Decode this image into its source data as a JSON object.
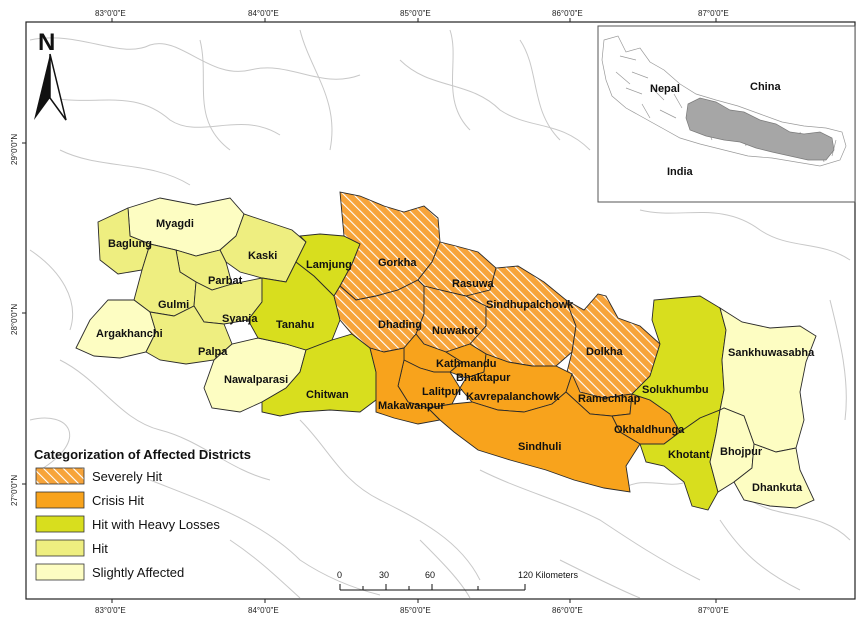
{
  "map": {
    "north_label": "N",
    "top_ticks": [
      "83°0'0\"E",
      "84°0'0\"E",
      "85°0'0\"E",
      "86°0'0\"E",
      "87°0'0\"E"
    ],
    "bottom_ticks": [
      "83°0'0\"E",
      "84°0'0\"E",
      "85°0'0\"E",
      "86°0'0\"E",
      "87°0'0\"E"
    ],
    "left_ticks": [
      "29°0'0\"N",
      "28°0'0\"N",
      "27°0'0\"N"
    ],
    "colors": {
      "severely_hit": "#f7a43a",
      "crisis_hit": "#f8a31c",
      "heavy_losses": "#d8de1e",
      "hit": "#eeee80",
      "slightly": "#fdfdc2",
      "outline": "#2a2a2a",
      "background_lines": "#c8c8c8"
    }
  },
  "districts": {
    "myagdi": "Myagdi",
    "baglung": "Baglung",
    "kaski": "Kaski",
    "lamjung": "Lamjung",
    "gorkha": "Gorkha",
    "rasuwa": "Rasuwa",
    "parbat": "Parbat",
    "gulmi": "Gulmi",
    "syanja": "Syanja",
    "tanahu": "Tanahu",
    "dhading": "Dhading",
    "nuwakot": "Nuwakot",
    "sindhupalchowk": "Sindhupalchowk",
    "argakhanchi": "Argakhanchi",
    "palpa": "Palpa",
    "kathmandu": "Kathmandu",
    "bhaktapur": "Bhaktapur",
    "dolkha": "Dolkha",
    "nawalparasi": "Nawalparasi",
    "lalitpur": "Lalitpur",
    "chitwan": "Chitwan",
    "makawanpur": "Makawanpur",
    "kavrepalanchowk": "Kavrepalanchowk",
    "ramechhap": "Ramechhap",
    "solukhumbu": "Solukhumbu",
    "sankhuwasabha": "Sankhuwasabha",
    "okhaldhunga": "Okhaldhunga",
    "sindhuli": "Sindhuli",
    "khotang": "Khotant",
    "bhojpur": "Bhojpur",
    "dhankuta": "Dhankuta"
  },
  "inset": {
    "nepal": "Nepal",
    "china": "China",
    "india": "India",
    "nepal_fill": "#ffffff",
    "affected_fill": "#a6a6a6"
  },
  "legend": {
    "title": "Categorization of Affected Districts",
    "items": [
      {
        "label": "Severely Hit",
        "color": "#f7a43a",
        "pattern": "hatched"
      },
      {
        "label": "Crisis Hit",
        "color": "#f8a31c",
        "pattern": "solid"
      },
      {
        "label": "Hit with Heavy Losses",
        "color": "#d8de1e",
        "pattern": "solid"
      },
      {
        "label": "Hit",
        "color": "#eeee80",
        "pattern": "solid"
      },
      {
        "label": "Slightly Affected",
        "color": "#fdfdc2",
        "pattern": "solid"
      }
    ]
  },
  "scale_bar": {
    "labels": [
      "0",
      "30",
      "60",
      "120 Kilometers"
    ]
  }
}
